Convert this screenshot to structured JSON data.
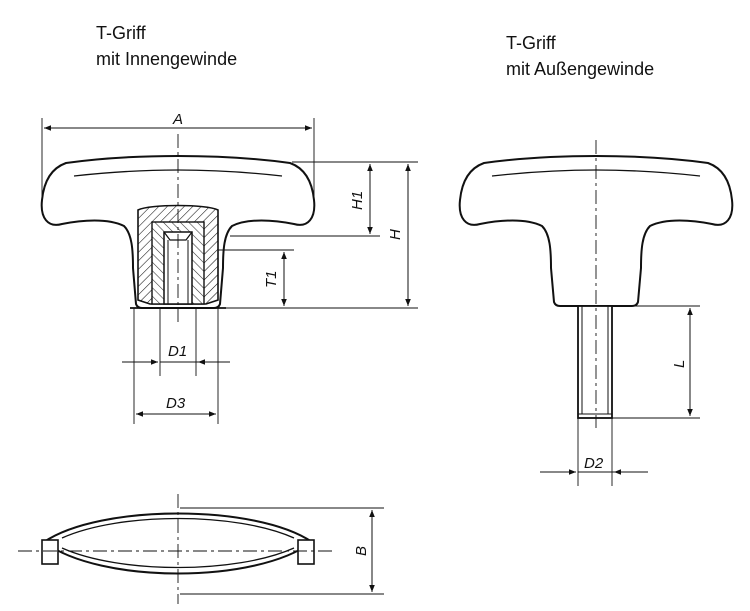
{
  "titles": {
    "internal": [
      "T-Griff",
      "mit Innengewinde"
    ],
    "external": [
      "T-Griff",
      "mit Außengewinde"
    ]
  },
  "dimensions": {
    "A": "A",
    "H1": "H1",
    "H": "H",
    "T1": "T1",
    "D1": "D1",
    "D3": "D3",
    "L": "L",
    "D2": "D2",
    "B": "B"
  },
  "colors": {
    "line": "#111111",
    "background": "#ffffff"
  }
}
